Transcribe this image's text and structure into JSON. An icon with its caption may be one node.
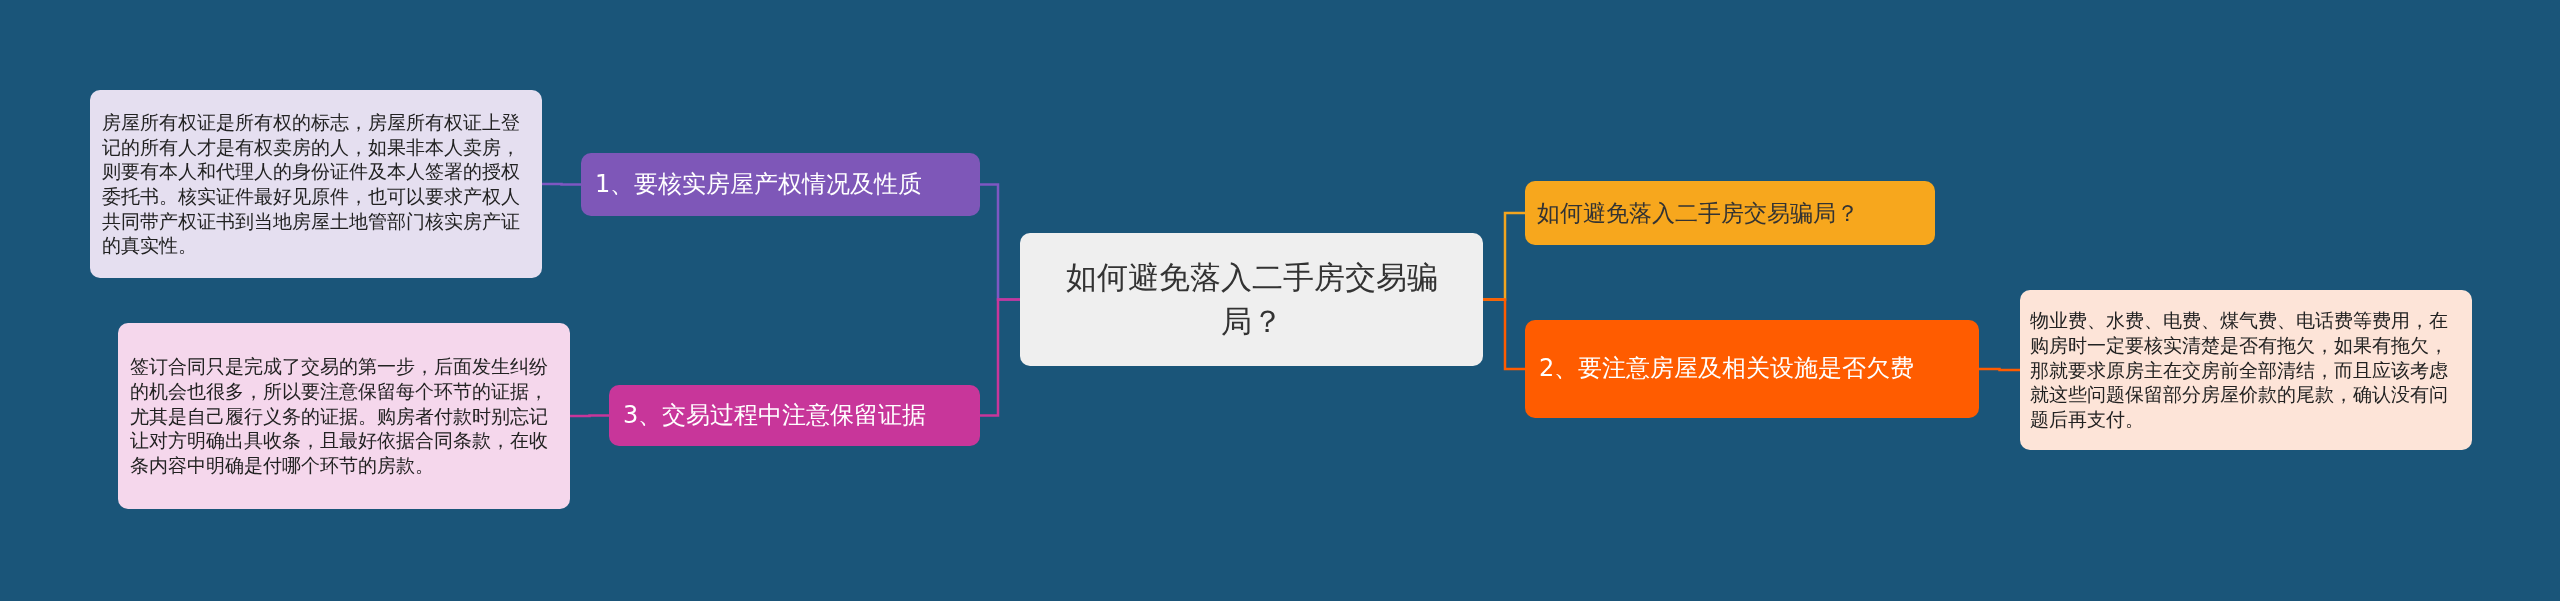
{
  "diagram": {
    "nodes": [
      {
        "text": [
          "如何避免落入二手房交易骗局？"
        ]
      },
      {
        "text": [
          "如何避免落入二手房交易骗局？"
        ]
      },
      {
        "text": [
          "2、要注意房屋及相关设施是否欠费"
        ]
      },
      {
        "text": [
          "物业费、水费、电费、煤气费、电话费等费用，在购房时一定要核实清楚是否有拖欠，如果有拖欠，那就要求原房主在交房前全部清结，而且应该考虑就这些问题保留部分房屋价款的尾款，确认没有问题后再支付。"
        ]
      },
      {
        "text": [
          "1、要核实房屋产权情况及性质"
        ]
      },
      {
        "text": [
          "房屋所有权证是所有权的标志，房屋所有权证上登记的所有人才是有权卖房的人，如果非本人卖房，则要有本人和代理人的身份证件及本人签署的授权委托书。核实证件最好见原件，也可以要求产权人共同带产权证书到当地房屋土地管部门核实房产证的真实性。"
        ]
      },
      {
        "text": [
          "3、交易过程中注意保留证据"
        ]
      },
      {
        "text": [
          "签订合同只是完成了交易的第一步，后面发生纠纷的机会也很多，所以要注意保留每个环节的证据，尤其是自己履行义务的证据。购房者付款时别忘记让对方明确出具收条，且最好依据合同条款，在收条内容中明确是付哪个环节的房款。"
        ]
      }
    ],
    "edges": [
      {
        "from": 0,
        "to": 1,
        "arrow": "none",
        "color": "#f2a51f"
      },
      {
        "from": 0,
        "to": 2,
        "arrow": "none",
        "color": "#ff5c00"
      },
      {
        "from": 2,
        "to": 3,
        "arrow": "none",
        "color": "#ff5c00"
      },
      {
        "from": 0,
        "to": 4,
        "arrow": "none",
        "color": "#7e57c2"
      },
      {
        "from": 4,
        "to": 5,
        "arrow": "none",
        "color": "#7e57c2"
      },
      {
        "from": 0,
        "to": 6,
        "arrow": "none",
        "color": "#c8369a"
      },
      {
        "from": 6,
        "to": 7,
        "arrow": "none",
        "color": "#c8369a"
      }
    ]
  }
}
